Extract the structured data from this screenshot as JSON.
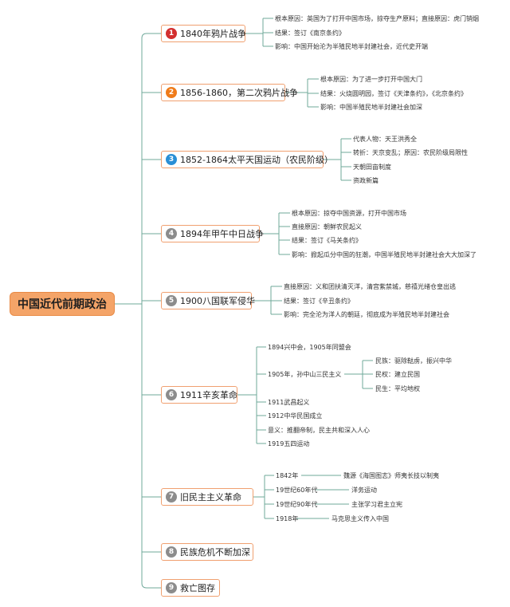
{
  "root": "中国近代前期政治",
  "colors": {
    "line": "#6fa89a",
    "branch_border": "#f0a070",
    "root_fill": "#f4a468"
  },
  "branches": [
    {
      "num": "1",
      "badge_color": "#d32f2f",
      "label": "1840年鸦片战争",
      "leaves": [
        "根本原因：英国为了打开中国市场，掠夺生产原料；直接原因：虎门销烟",
        "结果：签订《南京条约》",
        "影响：中国开始沦为半殖民地半封建社会，近代史开端"
      ]
    },
    {
      "num": "2",
      "badge_color": "#ef7b1a",
      "label": "1856-1860，第二次鸦片战争",
      "leaves": [
        "根本原因：为了进一步打开中国大门",
        "结果：火烧圆明园，签订《天津条约》，《北京条约》",
        "影响：中国半殖民地半封建社会加深"
      ]
    },
    {
      "num": "3",
      "badge_color": "#2a8fd6",
      "label": "1852-1864太平天国运动（农民阶级）",
      "leaves": [
        "代表人物：天王洪秀全",
        "转折：天京变乱；原因：农民阶级局限性",
        "天朝田亩制度",
        "资政新篇"
      ]
    },
    {
      "num": "4",
      "badge_color": "#8c8c8c",
      "label": "1894年甲午中日战争",
      "leaves": [
        "根本原因：掠夺中国资源，打开中国市场",
        "直接原因：朝鲜农民起义",
        "结果：签订《马关条约》",
        "影响：掀起瓜分中国的狂潮，中国半殖民地半封建社会大大加深了"
      ]
    },
    {
      "num": "5",
      "badge_color": "#8c8c8c",
      "label": "1900八国联军侵华",
      "leaves": [
        "直接原因：义和团扶清灭洋，清宫紫禁城，慈禧光绪仓皇出逃",
        "结果：签订《辛丑条约》",
        "影响：完全沦为洋人的朝廷，彻底成为半殖民地半封建社会"
      ]
    },
    {
      "num": "6",
      "badge_color": "#8c8c8c",
      "label": "1911辛亥革命",
      "leaves": [
        "1894兴中会，1905年同盟会",
        "1905年，孙中山三民主义",
        "1911武昌起义",
        "1912中华民国成立",
        "意义：推翻帝制，民主共和深入人心",
        "1919五四运动"
      ],
      "sub": [
        "民族：驱除鞑虏，振兴中华",
        "民权：建立民国",
        "民生：平均地权"
      ]
    },
    {
      "num": "7",
      "badge_color": "#8c8c8c",
      "label": "旧民主主义革命",
      "rows": [
        {
          "time": "1842年",
          "event": "魏源《海国图志》师夷长技以制夷"
        },
        {
          "time": "19世纪60年代",
          "event": "洋务运动"
        },
        {
          "time": "19世纪90年代",
          "event": "主张学习君主立宪"
        },
        {
          "time": "1918年",
          "event": "马克思主义传入中国"
        }
      ]
    },
    {
      "num": "8",
      "badge_color": "#8c8c8c",
      "label": "民族危机不断加深"
    },
    {
      "num": "9",
      "badge_color": "#8c8c8c",
      "label": "救亡图存"
    }
  ]
}
